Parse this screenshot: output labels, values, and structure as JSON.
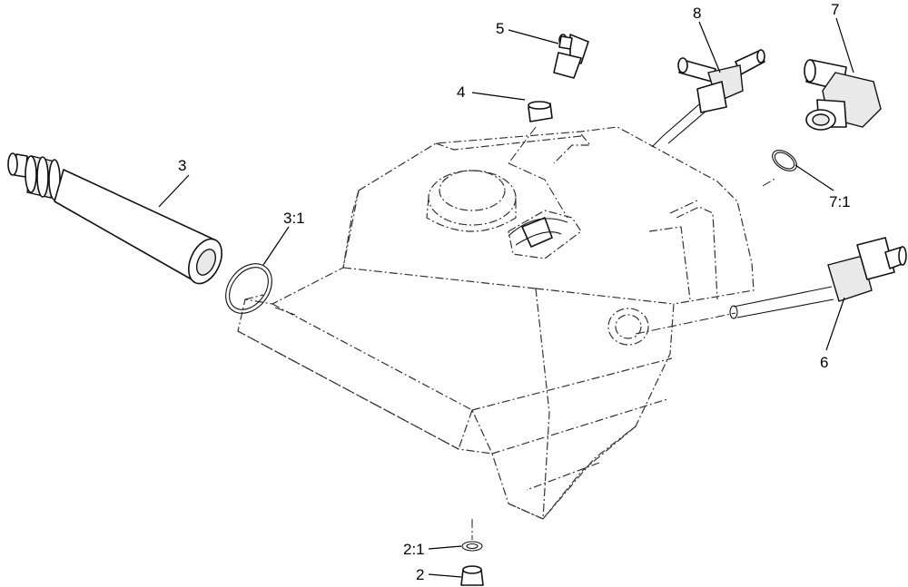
{
  "callouts": {
    "c2": "2",
    "c2_1": "2:1",
    "c3": "3",
    "c3_1": "3:1",
    "c4": "4",
    "c5": "5",
    "c6": "6",
    "c7": "7",
    "c7_1": "7:1",
    "c8": "8"
  }
}
